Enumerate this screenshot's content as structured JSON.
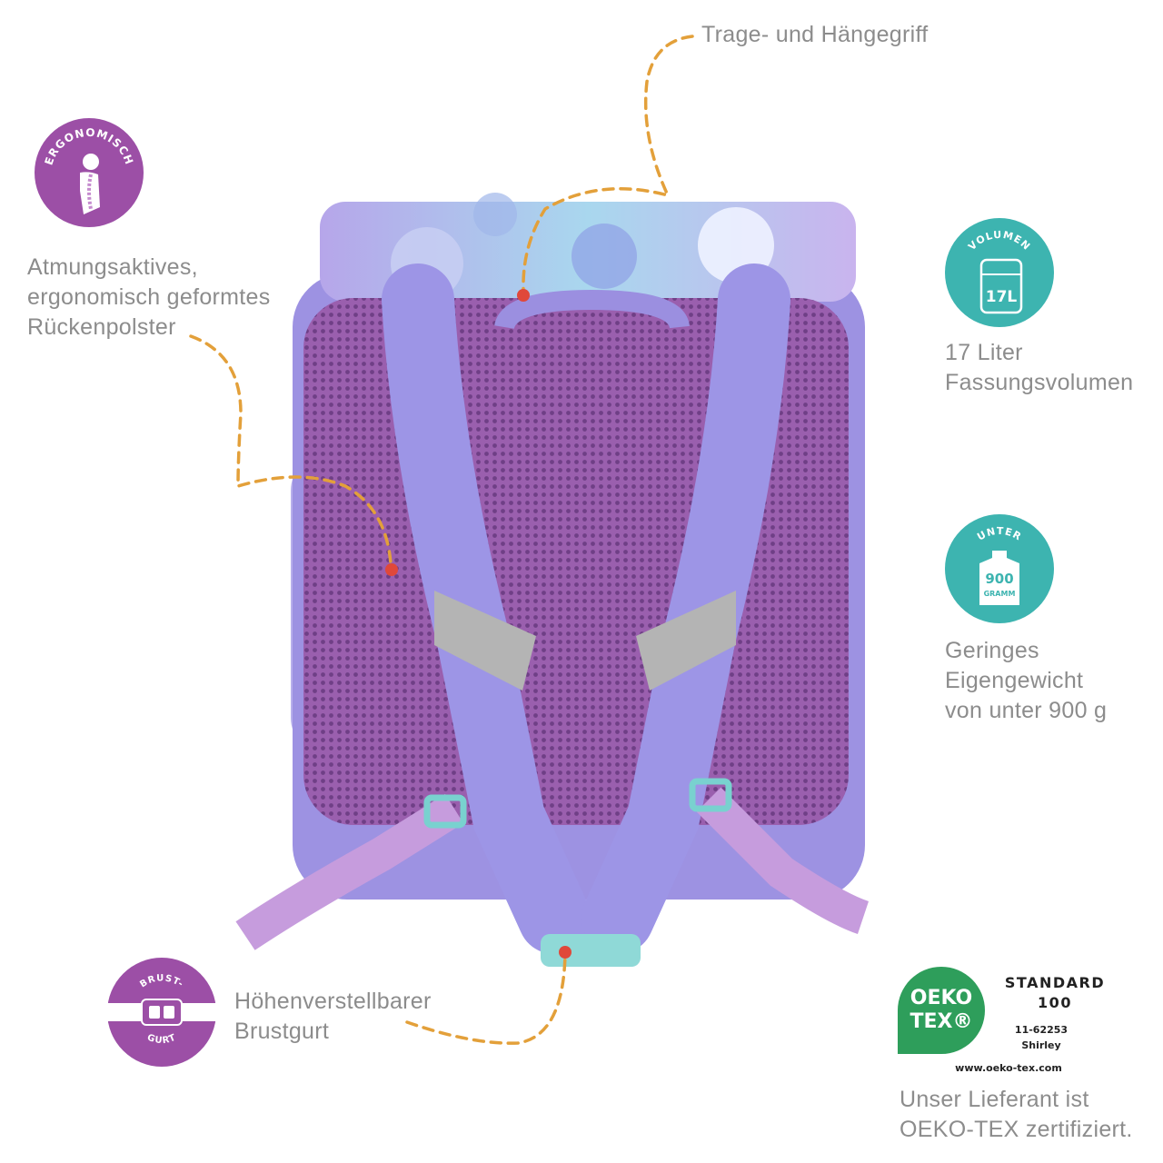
{
  "features": {
    "handle": {
      "text": "Trage- und Hängegriff"
    },
    "back": {
      "lines": [
        "Atmungsaktives,",
        "ergonomisch geformtes",
        "Rückenpolster"
      ]
    },
    "volume": {
      "lines": [
        "17 Liter",
        "Fassungsvolumen"
      ]
    },
    "weight": {
      "lines": [
        "Geringes",
        "Eigengewicht",
        "von unter 900 g"
      ]
    },
    "chest": {
      "lines": [
        "Höhenverstellbarer",
        "Brustgurt"
      ]
    },
    "oeko": {
      "lines": [
        "Unser Lieferant ist",
        "OEKO-TEX zertifiziert."
      ]
    }
  },
  "badges": {
    "ergonomic": {
      "arc_text": "ERGONOMISCH",
      "icon": "spine-icon",
      "color": "#9c4fa6"
    },
    "volume": {
      "arc_text": "VOLUMEN",
      "value": "17L",
      "icon": "backpack-icon",
      "color": "#3db4b0"
    },
    "weight": {
      "arc_text": "UNTER",
      "value": "900",
      "unit": "GRAMM",
      "icon": "weight-icon",
      "color": "#3db4b0"
    },
    "chest": {
      "arc_top": "BRUST-",
      "arc_bottom": "GURT",
      "icon": "buckle-icon",
      "color": "#9c4fa6"
    }
  },
  "oeko_label": {
    "logo_line1": "OEKO",
    "logo_line2": "TEX®",
    "standard": "STANDARD",
    "number": "100",
    "cert": "11-62253",
    "company": "Shirley",
    "url": "www.oeko-tex.com",
    "color": "#2e9e5b"
  },
  "colors": {
    "accent_line": "#e3a03a",
    "dot": "#e0483a"
  }
}
